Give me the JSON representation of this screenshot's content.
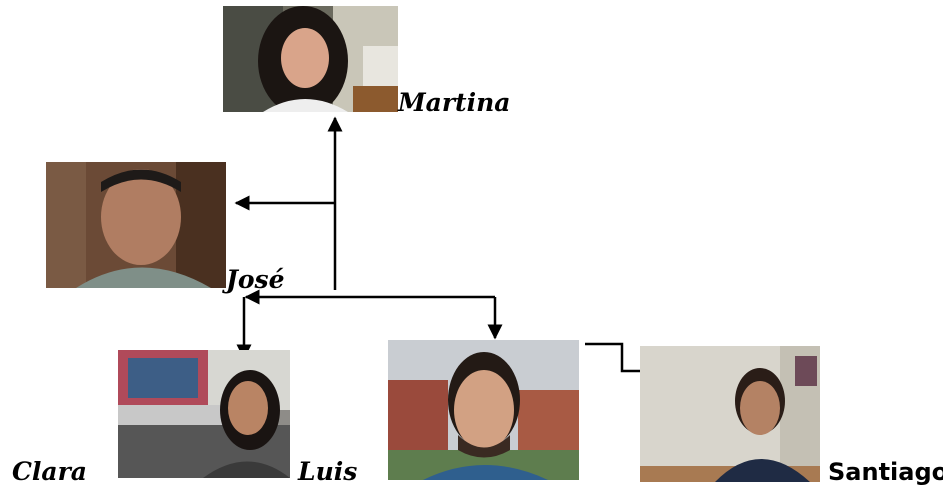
{
  "people": {
    "martina": {
      "name": "Martina",
      "photo_icon": "woman-portrait-icon"
    },
    "jose": {
      "name": "José",
      "photo_icon": "man-portrait-icon"
    },
    "clara": {
      "name": "Clara",
      "photo_icon": "girl-portrait-icon"
    },
    "luis": {
      "name": "Luis",
      "photo_icon": "young-man-portrait-icon"
    },
    "santiago": {
      "name": "Santiago",
      "photo_icon": "boy-portrait-icon"
    }
  },
  "colors": {
    "line": "#000000",
    "background": "#ffffff"
  }
}
